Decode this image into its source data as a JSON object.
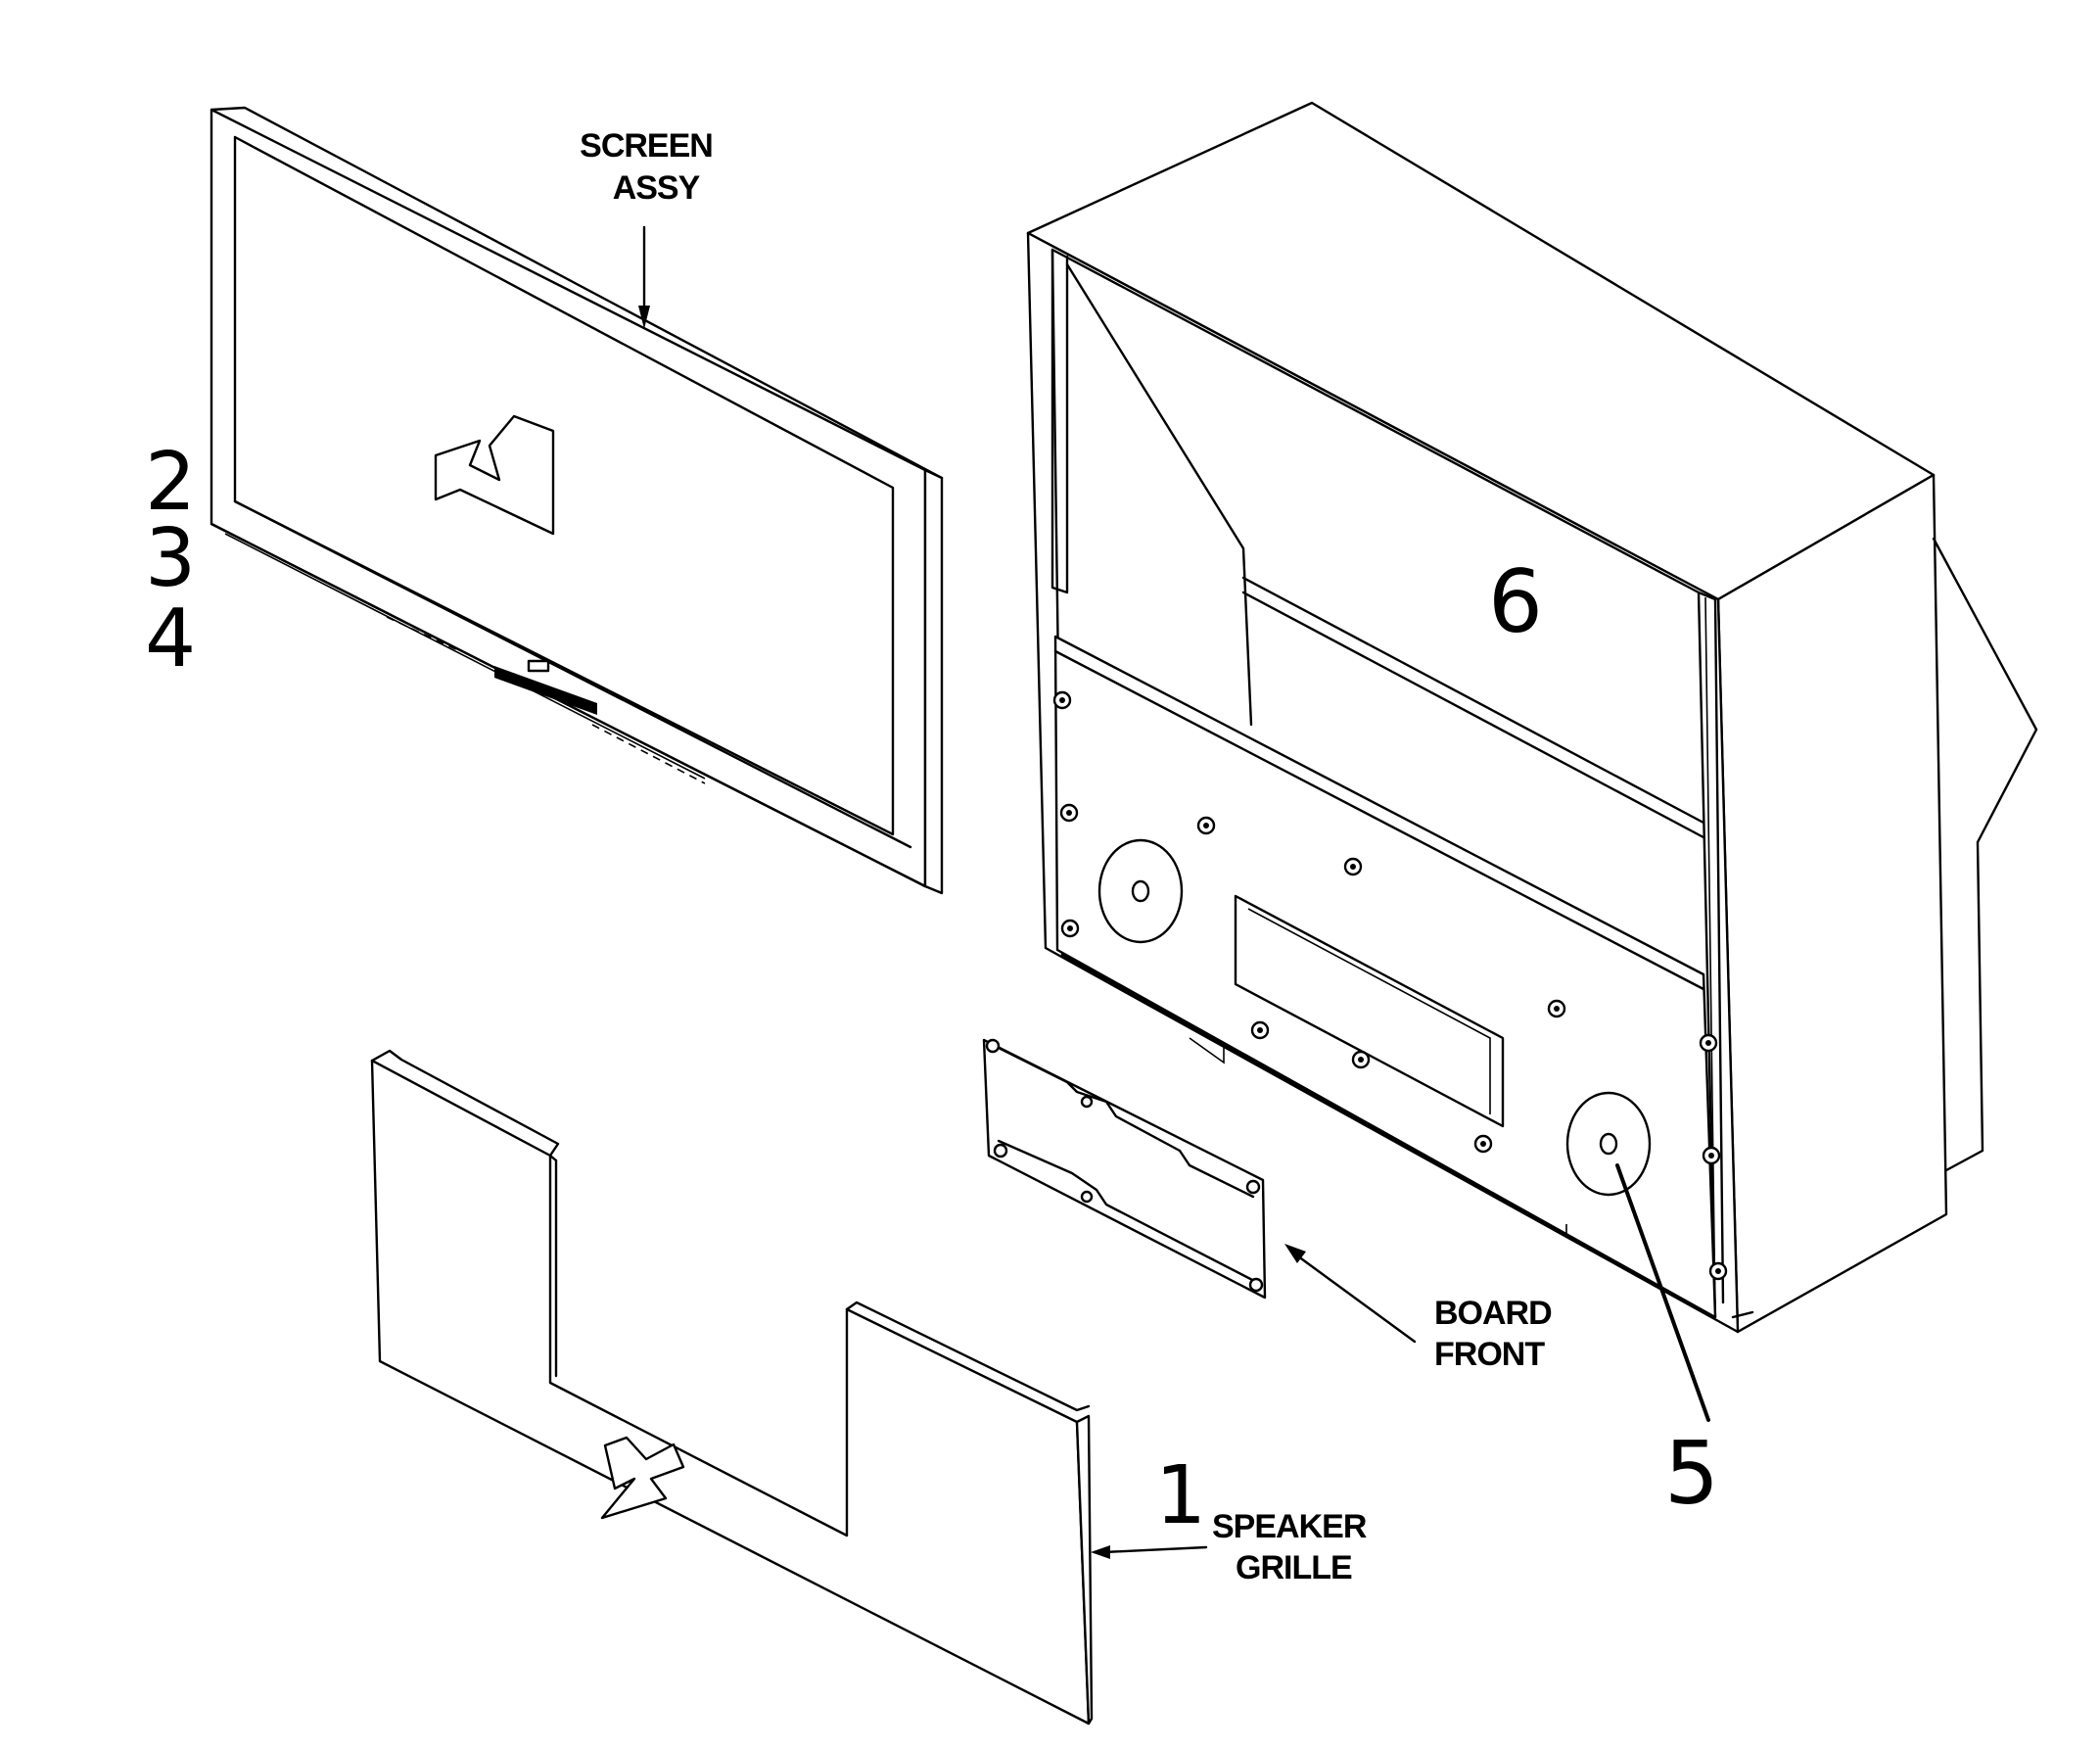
{
  "labels": {
    "screen_assy": [
      "SCREEN",
      "ASSY"
    ],
    "board_front": [
      "BOARD",
      "FRONT"
    ],
    "speaker_grille": [
      "SPEAKER",
      "GRILLE"
    ]
  },
  "callouts": {
    "screen_numbers": [
      "2",
      "3",
      "4"
    ],
    "grille_number": "1",
    "speaker_number": "5",
    "cabinet_number": "6"
  }
}
